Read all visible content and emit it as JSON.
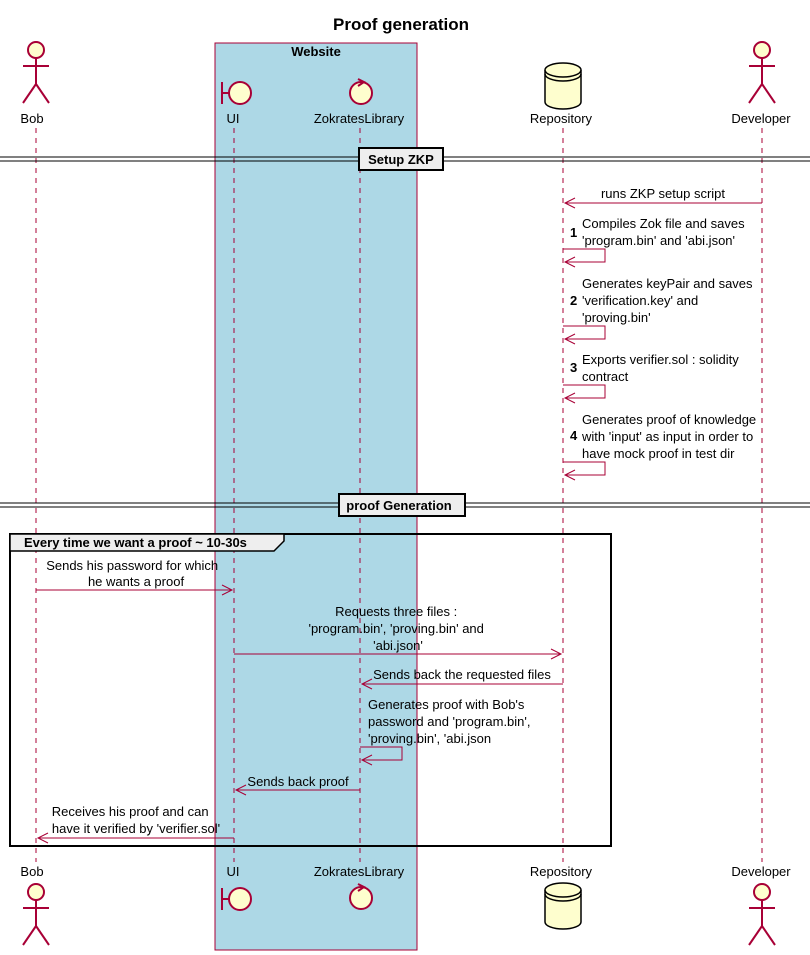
{
  "title": "Proof generation",
  "box": {
    "label": "Website",
    "color": "#ADD8E6"
  },
  "colors": {
    "line": "#A80036",
    "participant_fill": "#FEFECE"
  },
  "participants": {
    "bob": {
      "label": "Bob",
      "kind": "actor-icon"
    },
    "ui": {
      "label": "UI",
      "kind": "boundary-icon"
    },
    "zok": {
      "label": "ZokratesLibrary",
      "kind": "control-icon"
    },
    "repo": {
      "label": "Repository",
      "kind": "database-icon"
    },
    "dev": {
      "label": "Developer",
      "kind": "actor-icon"
    }
  },
  "separators": {
    "setup": "Setup ZKP",
    "proof": "proof Generation"
  },
  "group": {
    "label": "Every time we want a proof ~ 10-30s"
  },
  "messages": {
    "m0": [
      "runs ZKP setup script"
    ],
    "m1": {
      "num": "1",
      "lines": [
        "Compiles Zok file and saves",
        "'program.bin' and 'abi.json'"
      ]
    },
    "m2": {
      "num": "2",
      "lines": [
        "Generates keyPair and saves",
        "'verification.key' and",
        "'proving.bin'"
      ]
    },
    "m3": {
      "num": "3",
      "lines": [
        "Exports verifier.sol : solidity",
        "contract"
      ]
    },
    "m4": {
      "num": "4",
      "lines": [
        "Generates proof of knowledge",
        "with 'input' as input in order to",
        "have  mock proof in test dir"
      ]
    },
    "m5": [
      "Sends his password for which",
      "he wants a proof"
    ],
    "m6": [
      "Requests three files :",
      "'program.bin', 'proving.bin' and",
      "'abi.json'"
    ],
    "m7": [
      "Sends back the requested files"
    ],
    "m8": [
      "Generates proof with Bob's",
      "password and 'program.bin',",
      "'proving.bin', 'abi.json"
    ],
    "m9": [
      "Sends back proof"
    ],
    "m10": [
      "Receives his proof and can",
      "have it verified by 'verifier.sol'"
    ]
  }
}
